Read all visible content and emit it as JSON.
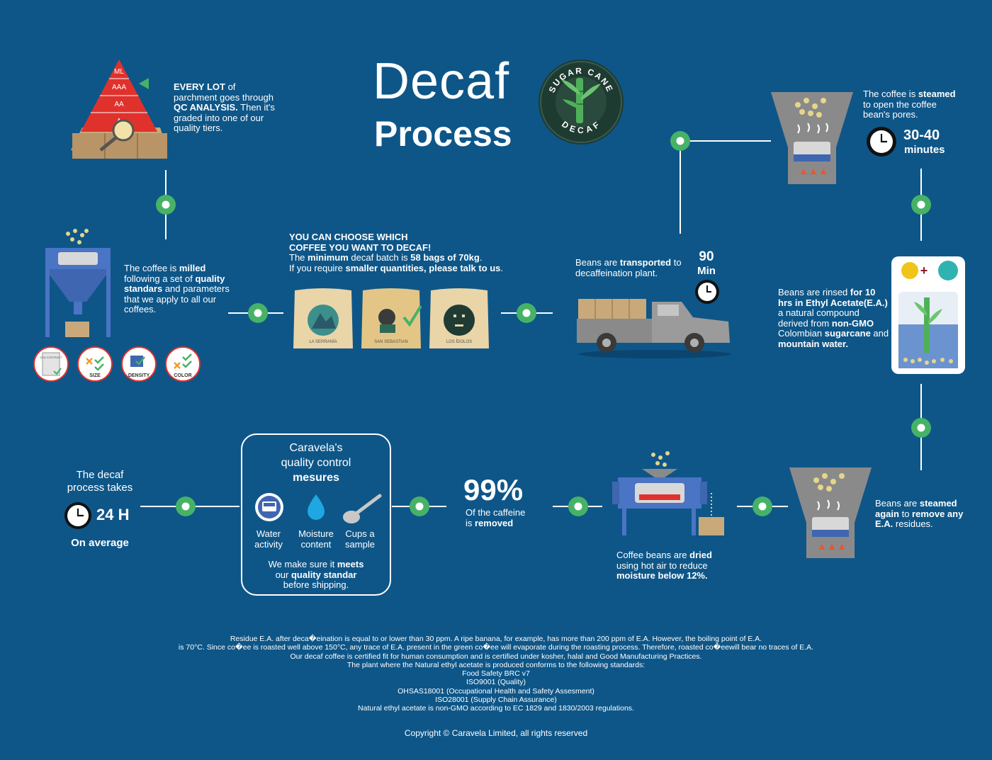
{
  "title": {
    "line1": "Decaf",
    "line2": "Process"
  },
  "badge": {
    "top_text": "SUGAR CANE",
    "bottom_text": "DECAF"
  },
  "pyramid": {
    "tiers": [
      "ML",
      "AAA",
      "AA",
      "A"
    ]
  },
  "steps": {
    "qc_analysis": {
      "p1_b": "EVERY LOT",
      "p1": " of parchment goes through ",
      "p2_b": "QC ANALYSIS.",
      "p3": " Then it's graded into one of our quality tiers."
    },
    "milled": {
      "p1": "The coffee is ",
      "p1_b": "milled",
      "p2": " following a set of ",
      "p2_b": "quality standars",
      "p3": " and parameters that we apply to all our coffees."
    },
    "milled_icons": {
      "contract": "SCA CONTRACT",
      "size": "SIZE",
      "density": "DENSITY",
      "color": "COLOR"
    },
    "choose": {
      "h1": "YOU CAN CHOOSE WHICH",
      "h2": "COFFEE YOU WANT TO DECAF!",
      "p1": "The ",
      "p1_b": "minimum",
      "p2": " decaf batch is ",
      "p2_b": "58 bags of 70kg",
      "p3": ".",
      "p4": "If you require ",
      "p4_b": "smaller quantities, please talk to us",
      "p5": "."
    },
    "bags": [
      "LA SERRANÍA",
      "SAN SEBASTIAN",
      "LOS ÍDOLOS"
    ],
    "transport": {
      "p1": "Beans are ",
      "p1_b": "transported",
      "p2": " to decaffeination plant.",
      "time_value": "90",
      "time_unit": "Min"
    },
    "steamed": {
      "p1": "The coffee is ",
      "p1_b": "steamed",
      "p2": " to open the coffee bean's pores.",
      "time_value": "30-40",
      "time_unit": "minutes"
    },
    "rinsed": {
      "p1": "Beans are rinsed ",
      "p1_b": "for 10 hrs in Ethyl Acetate(E.A.)",
      "p2": " a natural compound derived from ",
      "p2_b": "non-GMO",
      "p3": " Colombian ",
      "p3_b": "sugarcane",
      "p4": " and ",
      "p4_b": "mountain water."
    },
    "steamed_again": {
      "p1": "Beans are ",
      "p1_b": "steamed again",
      "p2": " to ",
      "p2_b": "remove any E.A.",
      "p3": " residues."
    },
    "dried": {
      "p1": "Coffee beans are ",
      "p1_b": "dried",
      "p2": " using hot air to reduce ",
      "p2_b": "moisture below 12%."
    },
    "removed": {
      "value": "99%",
      "l1": "Of the caffeine",
      "l2": "is ",
      "l2_b": "removed"
    },
    "quality_control": {
      "t1": "Caravela's",
      "t2": "quality control",
      "t3": "mesures",
      "items": [
        "Water activity",
        "Moisture content",
        "Cups a sample"
      ],
      "w1": "We make sure it ",
      "w1_b": "meets",
      "w2": "our ",
      "w2_b": "quality standar",
      "w3": "before shipping."
    },
    "duration": {
      "l1": "The decaf",
      "l2": "process takes",
      "value": "24 H",
      "sub": "On average"
    }
  },
  "footnotes": [
    "Residue E.A. after deca�eination is equal to or lower than 30 ppm. A ripe banana, for example, has more than 200 ppm of E.A. However, the boiling point of E.A.",
    "is 70°C. Since co�ee is roasted well above 150°C, any trace of E.A. present in the green co�ee will evaporate during the roasting process. Therefore, roasted co�eewill bear no traces of E.A.",
    "Our decaf coffee is certified fit for human consumption and is certified under kosher, halal and Good Manufacturing Practices.",
    "The plant where the Natural ethyl acetate is produced conforms to the following standards:",
    "Food Safety BRC v7",
    "ISO9001 (Quality)",
    "OHSAS18001 (Occupational Health and Safety Assesment)",
    "ISO28001 (Supply Chain Assurance)",
    "Natural ethyl acetate is non-GMO according to EC 1829 and 1830/2003 regulations."
  ],
  "copyright": "Copyright © Caravela Limited, all rights reserved",
  "colors": {
    "background": "#0e5688",
    "node_green": "#46b267",
    "tier_red": "#e0322c",
    "box_tan": "#c9a97a",
    "machine_blue": "#4a74c4",
    "machine_gray": "#8a8a8a"
  }
}
